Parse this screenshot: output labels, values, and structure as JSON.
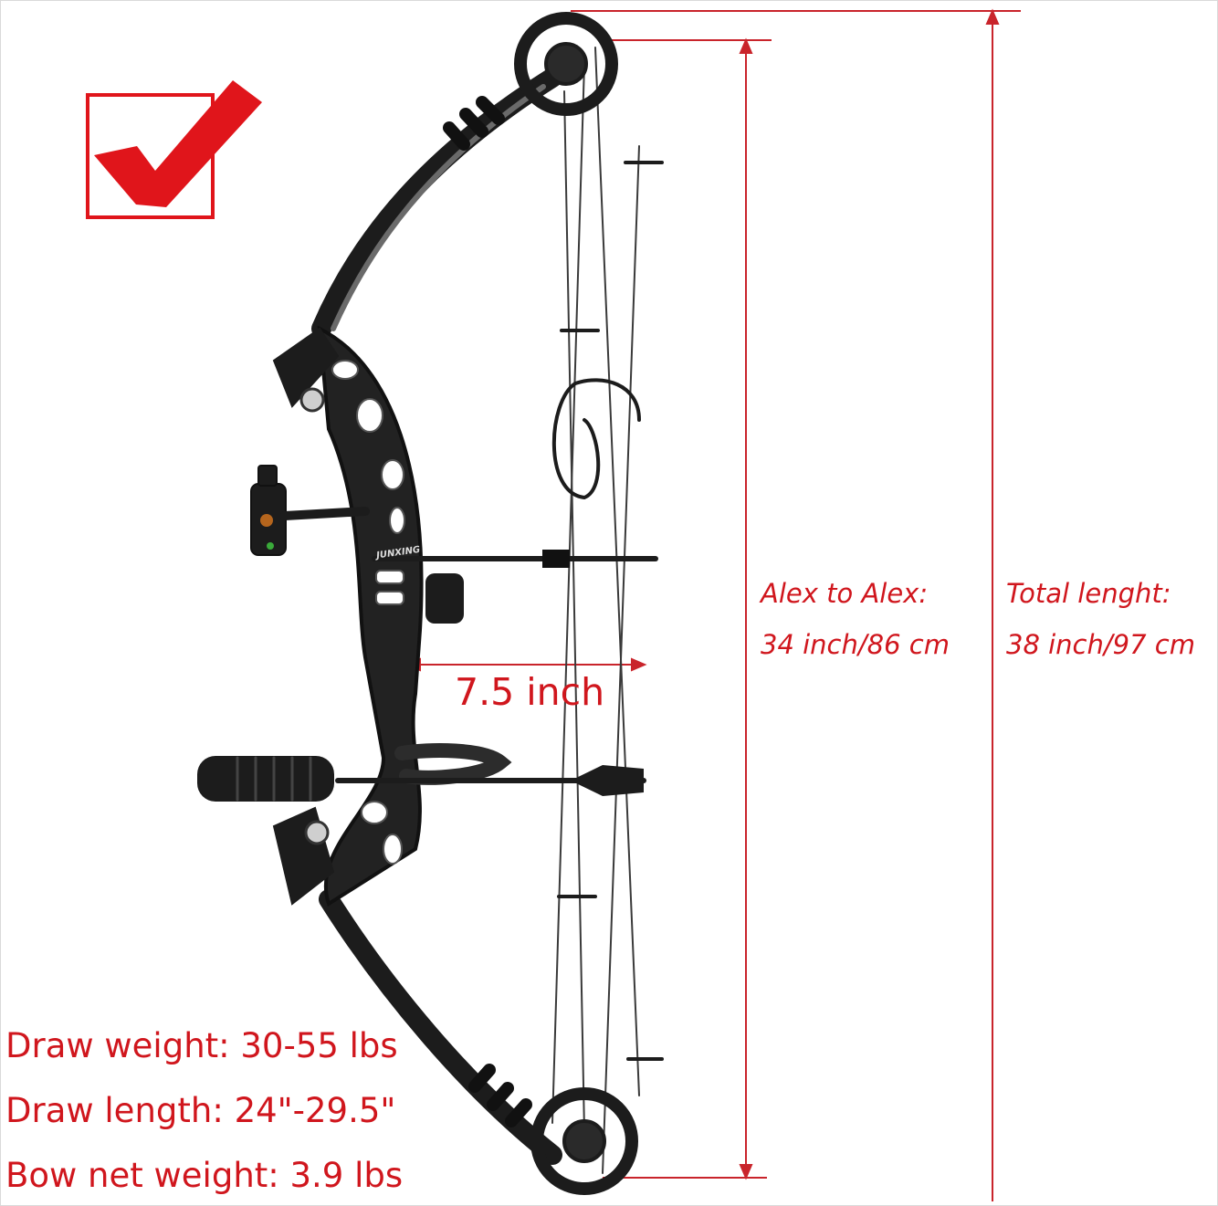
{
  "badge": {
    "icon": "checkmark-icon",
    "color": "#e0151b"
  },
  "product": {
    "icon": "compound-bow-icon",
    "logo_text": "JUNXING"
  },
  "measurements": {
    "axle_to_axle": {
      "label": "Alex to Alex:",
      "value": "34 inch/86 cm"
    },
    "total_length": {
      "label": "Total lenght:",
      "value": "38 inch/97 cm"
    },
    "brace_height": "7.5 inch"
  },
  "specs": [
    "Draw weight: 30-55 lbs",
    "Draw length:  24\"-29.5\"",
    "Bow net weight: 3.9 lbs"
  ],
  "colors": {
    "annotation": "#d0161d",
    "bow": "#1c1c1c"
  }
}
